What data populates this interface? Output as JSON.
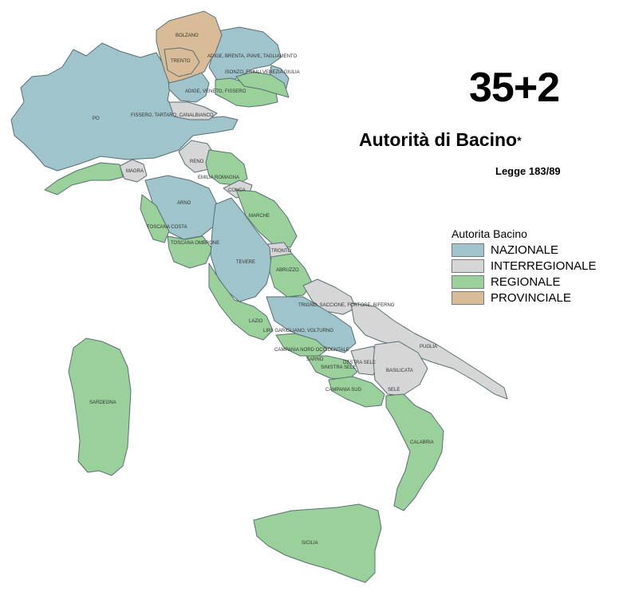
{
  "headline": {
    "number": "35+2",
    "title": "Autorità di Bacino",
    "asterisk": "*",
    "law": "Legge 183/89"
  },
  "legend": {
    "title": "Autorita Bacino",
    "items": [
      {
        "label": "NAZIONALE",
        "color": "#9fc4cb"
      },
      {
        "label": "INTERREGIONALE",
        "color": "#d6d6d6"
      },
      {
        "label": "REGIONALE",
        "color": "#9ad19a"
      },
      {
        "label": "PROVINCIALE",
        "color": "#d8bc97"
      }
    ]
  },
  "map_labels": {
    "bolzano": "BOLZANO",
    "trento": "TRENTO",
    "piave": "ADIGE, BRENTA, PIAVE, TAGLIAMENTO",
    "isonzo": "ISONZO, FRIULI VENEZIA GIULIA",
    "veneto": "ADIGE, VENETO, FISSERO",
    "po": "PO",
    "fissero": "FISSERO, TARTARO, CANALBIANCO",
    "reno": "RENO",
    "magra": "MAGRA",
    "emilia": "EMILIA ROMAGNA",
    "arno": "ARNO",
    "conca": "CONCA",
    "marche": "MARCHE",
    "toscana_costa": "TOSCANA COSTA",
    "toscana_ombrone": "TOSCANA OMBRONE",
    "tronto": "TRONTO",
    "tevere": "TEVERE",
    "abruzzo": "ABRUZZO",
    "sangro": "TRIGNO, SACCIONE, FORTORE, BIFERNO",
    "liri": "LIRI, GARIGLIANO, VOLTURNO",
    "lazio": "LAZIO",
    "puglia": "PUGLIA",
    "campania_no": "CAMPANIA NORD OCCIDENTALE",
    "sarno": "SARNO",
    "destra_sele": "DESTRA SELE",
    "sinistra_sele": "SINISTRA SELE",
    "basilicata": "BASILICATA",
    "campania_sud": "CAMPANIA SUD",
    "sele": "SELE",
    "calabria": "CALABRIA",
    "sardegna": "SARDEGNA",
    "sicilia": "SICILIA"
  }
}
